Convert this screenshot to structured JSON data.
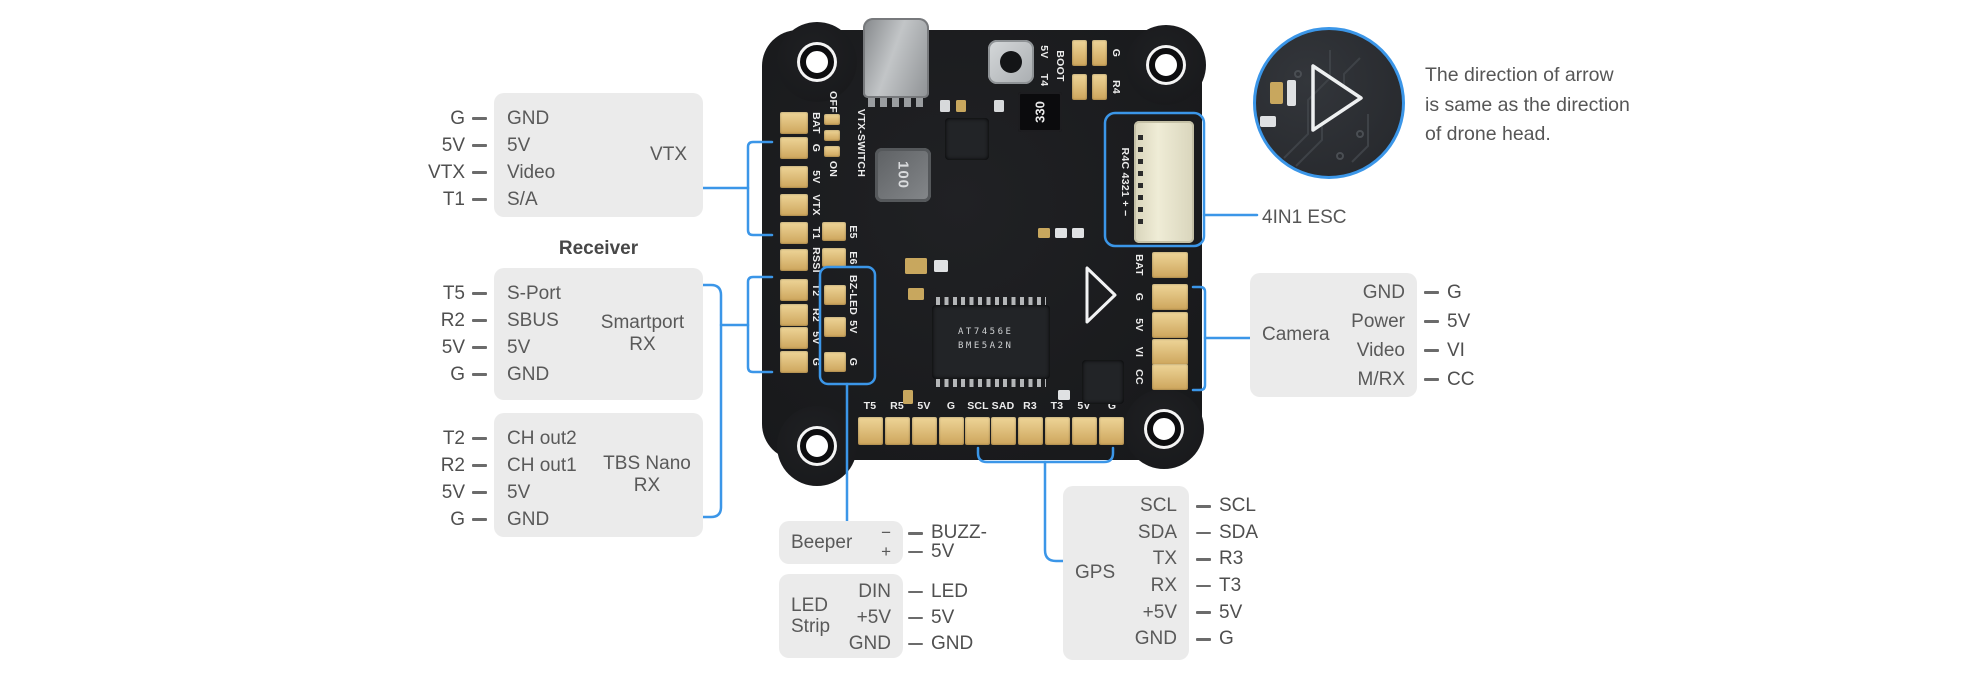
{
  "note": {
    "line1": "The direction of arrow",
    "line2": "is same as the direction",
    "line3": "of drone head."
  },
  "callouts": {
    "vtx": {
      "label": "VTX",
      "pins": [
        "G",
        "5V",
        "VTX",
        "T1"
      ],
      "descs": [
        "GND",
        "5V",
        "Video",
        "S/A"
      ]
    },
    "receiver_heading": "Receiver",
    "smartport": {
      "label_line1": "Smartport",
      "label_line2": "RX",
      "pins": [
        "T5",
        "R2",
        "5V",
        "G"
      ],
      "descs": [
        "S-Port",
        "SBUS",
        "5V",
        "GND"
      ]
    },
    "tbs": {
      "label_line1": "TBS Nano",
      "label_line2": "RX",
      "pins": [
        "T2",
        "R2",
        "5V",
        "G"
      ],
      "descs": [
        "CH out2",
        "CH out1",
        "5V",
        "GND"
      ]
    },
    "beeper": {
      "label": "Beeper",
      "pins": [
        "−",
        "+"
      ],
      "outer": [
        "BUZZ-",
        "5V"
      ]
    },
    "led_strip": {
      "label_line1": "LED",
      "label_line2": "Strip",
      "pins": [
        "DIN",
        "+5V",
        "GND"
      ],
      "outer": [
        "LED",
        "5V",
        "GND"
      ]
    },
    "gps": {
      "label": "GPS",
      "pins": [
        "SCL",
        "SDA",
        "TX",
        "RX",
        "+5V",
        "GND"
      ],
      "outer": [
        "SCL",
        "SDA",
        "R3",
        "T3",
        "5V",
        "G"
      ]
    },
    "camera": {
      "label": "Camera",
      "pins": [
        "GND",
        "Power",
        "Video",
        "M/RX"
      ],
      "outer": [
        "G",
        "5V",
        "VI",
        "CC"
      ]
    },
    "esc": {
      "label": "4IN1 ESC"
    }
  },
  "board": {
    "left_pads": [
      "BAT",
      "G",
      "5V",
      "VTX",
      "T1",
      "RSSI",
      "T2",
      "R2",
      "5V",
      "G"
    ],
    "switch": {
      "off": "OFF",
      "on": "ON",
      "label": "VTX-SWITCH"
    },
    "inner_pads": [
      "E5",
      "E6",
      "BZ-LED",
      "5V",
      "G"
    ],
    "boot": {
      "l1": "5V",
      "l2": "T4",
      "l3": "BOOT"
    },
    "top_right_pads": [
      "G",
      "R4"
    ],
    "esc_silk": "R4C 4321 + −",
    "right_pads": [
      "BAT",
      "G",
      "5V",
      "VI",
      "CC"
    ],
    "bottom_pads": [
      "T5",
      "R5",
      "5V",
      "G",
      "SCL",
      "SAD",
      "R3",
      "T3",
      "5V",
      "G"
    ],
    "chips": {
      "inductor": "100",
      "resistor": "330",
      "mcu_line1": "AT7456E",
      "mcu_line2": "BME5A2N"
    }
  },
  "colors": {
    "accent_blue": "#3b96e8",
    "callout_bg": "#ebebeb",
    "callout_text": "#595959",
    "board": "#18191b",
    "pad_gold": "#d9b263",
    "esc_connector": "#e9e6cf",
    "usb_gray": "#a9adb0",
    "silk_white": "#ececec"
  }
}
